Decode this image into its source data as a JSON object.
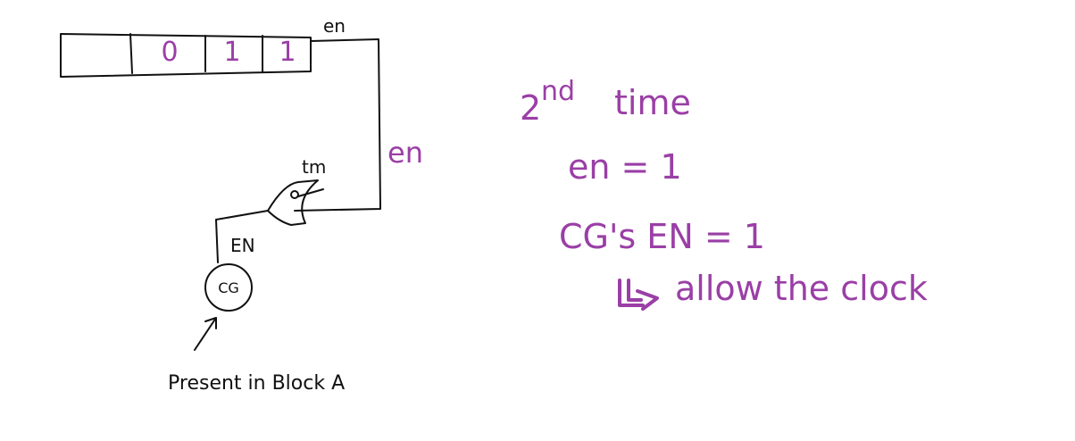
{
  "diagram": {
    "register": {
      "cells": [
        "",
        "0",
        "1",
        "1"
      ]
    },
    "labels": {
      "register_enable": "en",
      "wire_enable": "en",
      "test_mode": "tm",
      "gate_output": "EN",
      "clock_gate": "CG",
      "note": "Present in Block A"
    },
    "colors": {
      "ink": "#111111",
      "highlight": "#9a3fa6"
    }
  },
  "notes": {
    "heading_prefix": "2",
    "heading_superscript": "nd",
    "heading_suffix": "time",
    "line1": "en = 1",
    "line2": "CG's EN = 1",
    "line3": "allow the clock"
  }
}
